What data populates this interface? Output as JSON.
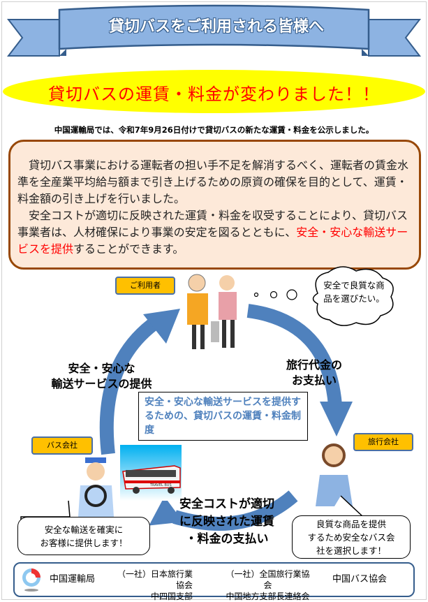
{
  "banner": {
    "title": "貸切バスをご利用される皆様へ"
  },
  "headline": "貸切バスの運賃・料金が変わりました！！",
  "notice": "中国運輸局では、令和7年9月26日付けで貸切バスの新たな運賃・料金を公示しました。",
  "description": {
    "para1": "貸切バス事業における運転者の担い手不足を解消するべく、運転者の賃金水準を全産業平均給与額まで引き上げるための原資の確保を目的として、運賃・料金額の引き上げを行いました。",
    "para2_start": "安全コストが適切に反映された運賃・料金を収受することにより、貸切バス事業者は、人材確保により事業の安定を図るとともに、",
    "para2_highlight": "安全・安心な輸送サービスを提供",
    "para2_end": "することができます。"
  },
  "diagram": {
    "user_tag": "ご利用者",
    "travel_tag": "旅行会社",
    "bus_tag": "バス会社",
    "thought": "安全で良質な商品を選びたい。",
    "arrow_right": [
      "旅行代金の",
      "お支払い"
    ],
    "arrow_bottom": [
      "安全コストが適切",
      "に反映された運賃",
      "・料金の支払い"
    ],
    "arrow_left": [
      "安全・安心な",
      "輸送サービスの提供"
    ],
    "center": "安全・安心な輸送サービスを提供するための、貸切バスの運賃・料金制度",
    "bus_label": "TRAVEL BUS",
    "bus_speech": [
      "安全な輸送を確実に",
      "お客様に提供します！"
    ],
    "travel_speech": [
      "良質な商品を提供",
      "するため安全なバス会",
      "社を選択します！"
    ]
  },
  "footer": {
    "org1": "中国運輸局",
    "org2": [
      "（一社）日本旅行業協会",
      "中四国支部"
    ],
    "org3": [
      "（一社）全国旅行業協会",
      "中国地方支部長連絡会"
    ],
    "org4": "中国バス協会"
  },
  "colors": {
    "banner": "#8db3e2",
    "arrow": "#4f81bd",
    "tag": "#ffc000",
    "desc_bg": "#fde9d9",
    "desc_border": "#984807",
    "headline": "#ff0000",
    "ellipse": "#ffff00"
  }
}
